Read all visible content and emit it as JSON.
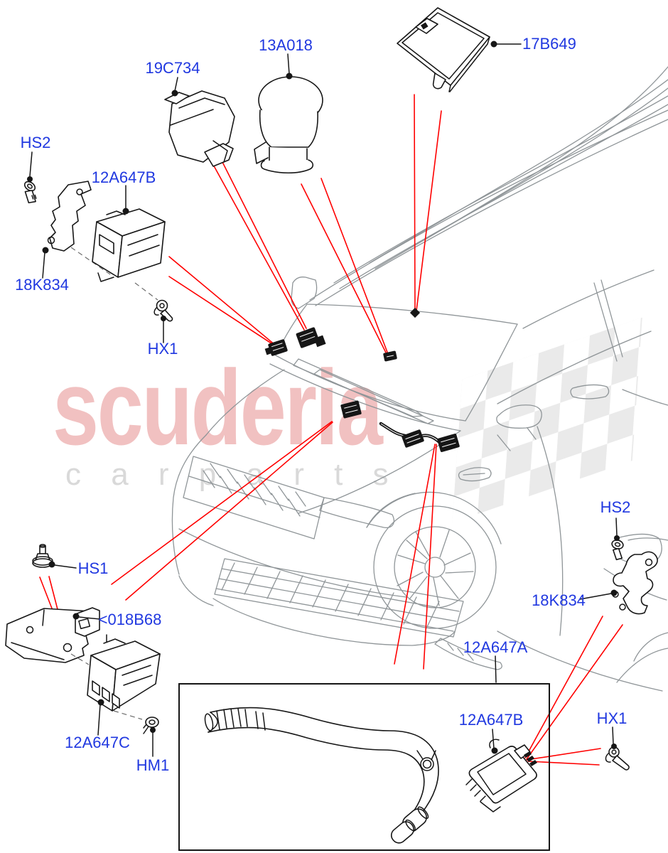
{
  "watermark": {
    "brand": "scuderia",
    "subtitle": "c a r p a r t s"
  },
  "colors": {
    "label": "#2038e0",
    "leader": "#ff0000",
    "ink": "#161616",
    "car": "#8f9598",
    "wmpink": "#efb4b4",
    "flag": "#d9d9d9"
  },
  "labels": [
    {
      "id": "13A018",
      "text": "13A018"
    },
    {
      "id": "17B649",
      "text": "17B649"
    },
    {
      "id": "19C734",
      "text": "19C734"
    },
    {
      "id": "HS2-left",
      "text": "HS2"
    },
    {
      "id": "12A647B-left",
      "text": "12A647B"
    },
    {
      "id": "18K834-left",
      "text": "18K834"
    },
    {
      "id": "HX1-left",
      "text": "HX1"
    },
    {
      "id": "HS1",
      "text": "HS1"
    },
    {
      "id": "018B68",
      "text": "<018B68"
    },
    {
      "id": "12A647C",
      "text": "12A647C"
    },
    {
      "id": "HM1",
      "text": "HM1"
    },
    {
      "id": "12A647A",
      "text": "12A647A"
    },
    {
      "id": "12A647B-box",
      "text": "12A647B"
    },
    {
      "id": "HX1-box",
      "text": "HX1"
    },
    {
      "id": "18K834-right",
      "text": "18K834"
    },
    {
      "id": "HS2-right",
      "text": "HS2"
    }
  ]
}
